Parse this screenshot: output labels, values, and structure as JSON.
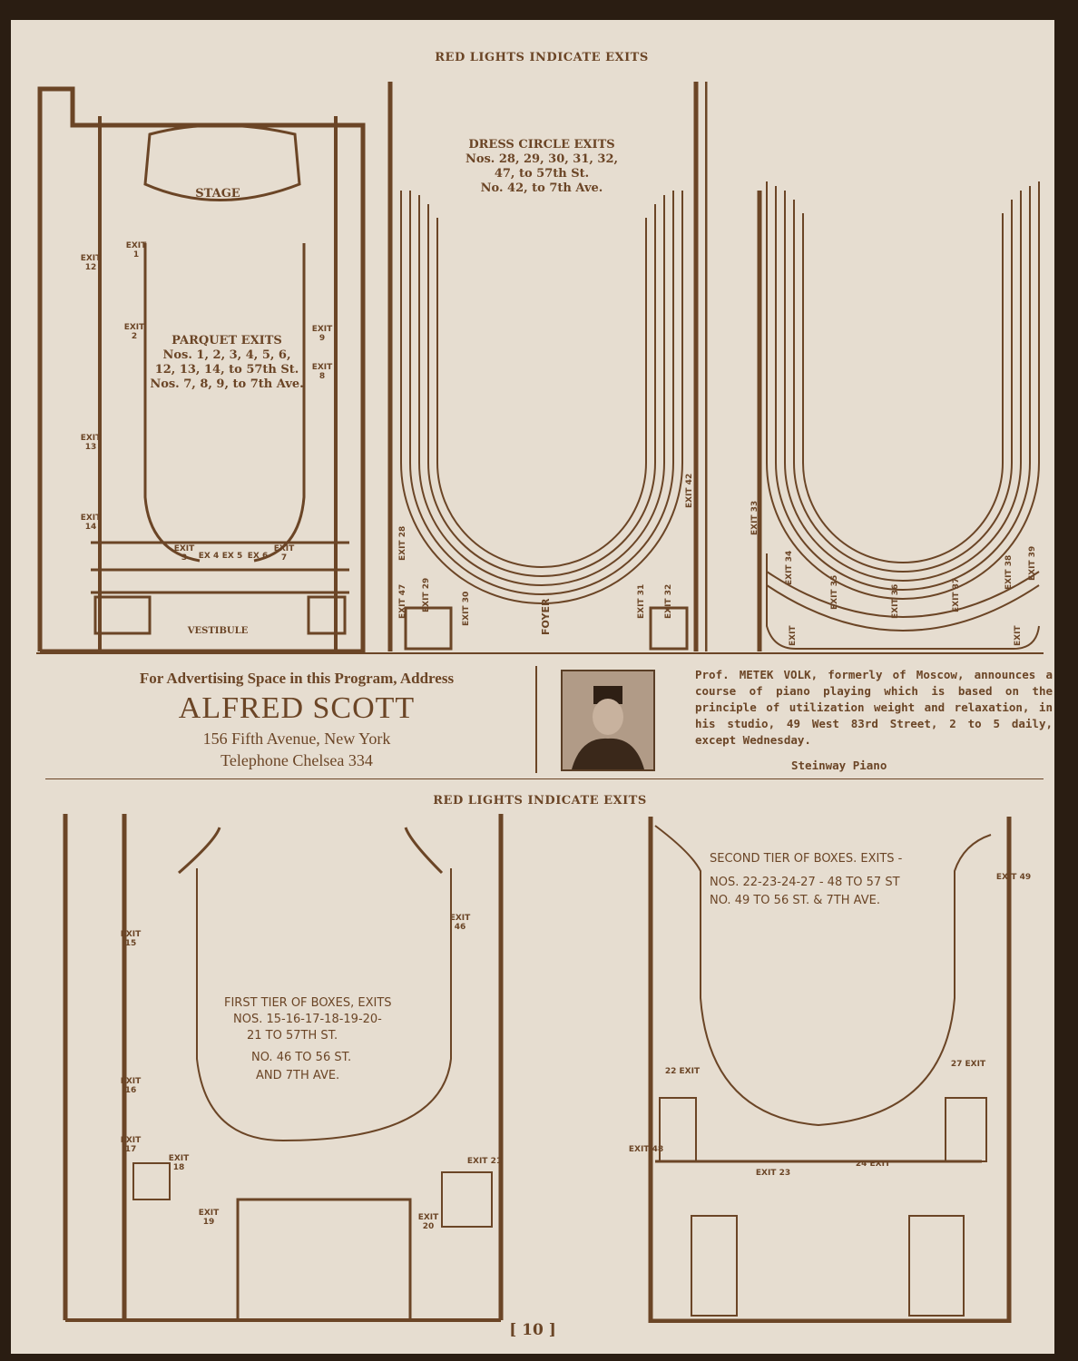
{
  "top_heading": "RED LIGHTS INDICATE EXITS",
  "parquet": {
    "stage": "STAGE",
    "title": "PARQUET EXITS",
    "lines": [
      "Nos. 1, 2, 3, 4, 5, 6,",
      "12, 13, 14, to 57th St.",
      "Nos. 7, 8, 9, to 7th Ave."
    ],
    "vestibule": "VESTIBULE",
    "exits": [
      "EXIT 1",
      "EXIT 2",
      "EXIT 12",
      "EXIT 13",
      "EXIT 14",
      "EXIT 9",
      "EXIT 8",
      "EXIT 3",
      "EX 4",
      "EX 5",
      "EX 6",
      "EXIT 7"
    ]
  },
  "dress_circle": {
    "title": "DRESS CIRCLE EXITS",
    "lines": [
      "Nos. 28, 29, 30, 31, 32,",
      "47, to 57th St.",
      "No. 42, to 7th Ave."
    ],
    "foyer": "FOYER",
    "exits": [
      "EXIT 28",
      "EXIT 47",
      "EXIT 29",
      "EXIT 30",
      "EXIT 31",
      "EXIT 32",
      "EXIT 42"
    ]
  },
  "balcony": {
    "exits": [
      "EXIT 33",
      "EXIT 34",
      "EXIT 35",
      "EXIT 36",
      "EXIT 37",
      "EXIT 38",
      "EXIT 39",
      "EXIT",
      "EXIT"
    ]
  },
  "ad": {
    "line1": "For Advertising Space in this Program, Address",
    "name": "ALFRED SCOTT",
    "address": "156 Fifth Avenue, New York",
    "phone": "Telephone Chelsea 334"
  },
  "notice": {
    "text": "Prof. METEK VOLK, formerly of Moscow, announces a course of piano playing which is based on the principle of utilization weight and relaxation, in his studio, 49 West 83rd Street, 2 to 5 daily, except Wednesday.",
    "sponsor": "Steinway Piano"
  },
  "bottom_heading": "RED LIGHTS INDICATE EXITS",
  "first_tier": {
    "lines": [
      "FIRST TIER OF BOXES, EXITS",
      "NOS. 15-16-17-18-19-20-",
      "21 TO 57TH ST.",
      "NO. 46 TO 56 ST.",
      "AND 7TH AVE."
    ],
    "exits": [
      "EXIT 15",
      "EXIT 46",
      "EXIT 16",
      "EXIT 17",
      "EXIT 18",
      "EXIT 19",
      "EXIT 21",
      "EXIT 20"
    ]
  },
  "second_tier": {
    "lines": [
      "SECOND TIER OF BOXES. EXITS -",
      "NOS. 22-23-24-27 - 48 TO 57 ST",
      "NO. 49 TO 56 ST. & 7TH AVE."
    ],
    "exits": [
      "EXIT 49",
      "22 EXIT",
      "27 EXIT",
      "EXIT 48",
      "EXIT 23",
      "24 EXIT"
    ]
  },
  "page_number": "[ 10 ]",
  "colors": {
    "paper": "#e6ddd0",
    "ink": "#6b4526"
  }
}
